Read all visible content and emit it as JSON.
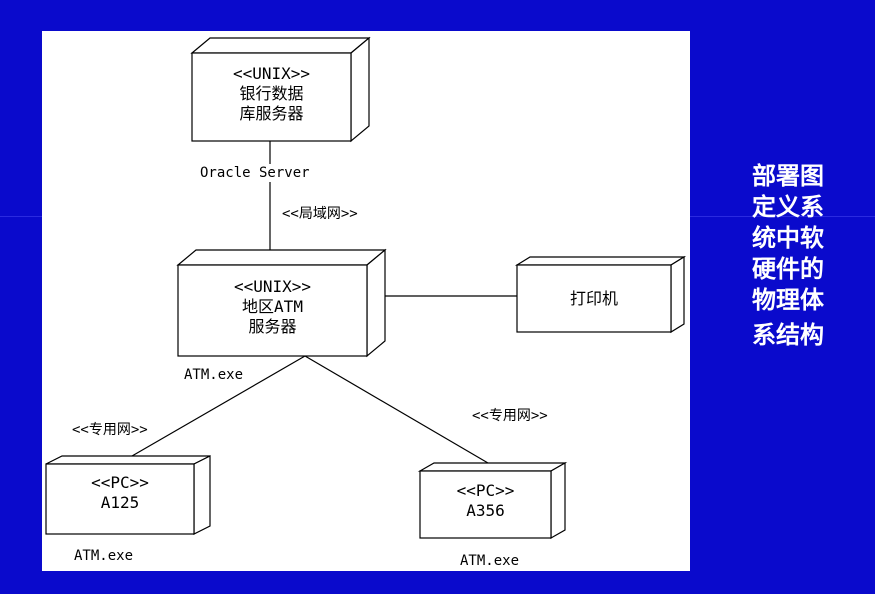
{
  "side_text": [
    "部署图",
    "定义系",
    "统中软",
    "硬件的",
    "物理体",
    "系结构"
  ],
  "nodes": {
    "bank_server": {
      "stereotype": "<<UNIX>>",
      "line1": "银行数据",
      "line2": "库服务器"
    },
    "regional_server": {
      "stereotype": "<<UNIX>>",
      "line1": "地区ATM",
      "line2": "服务器"
    },
    "printer": {
      "name": "打印机"
    },
    "pc_a125": {
      "stereotype": "<<PC>>",
      "name": "A125"
    },
    "pc_a356": {
      "stereotype": "<<PC>>",
      "name": "A356"
    }
  },
  "labels": {
    "oracle_server": "Oracle Server",
    "lan": "<<局域网>>",
    "atm_exe_regional": "ATM.exe",
    "private_net_left": "<<专用网>>",
    "private_net_right": "<<专用网>>",
    "atm_exe_a125": "ATM.exe",
    "atm_exe_a356": "ATM.exe"
  },
  "colors": {
    "background": "#0a0acc",
    "panel": "#ffffff",
    "side_text": "#ffffff"
  }
}
